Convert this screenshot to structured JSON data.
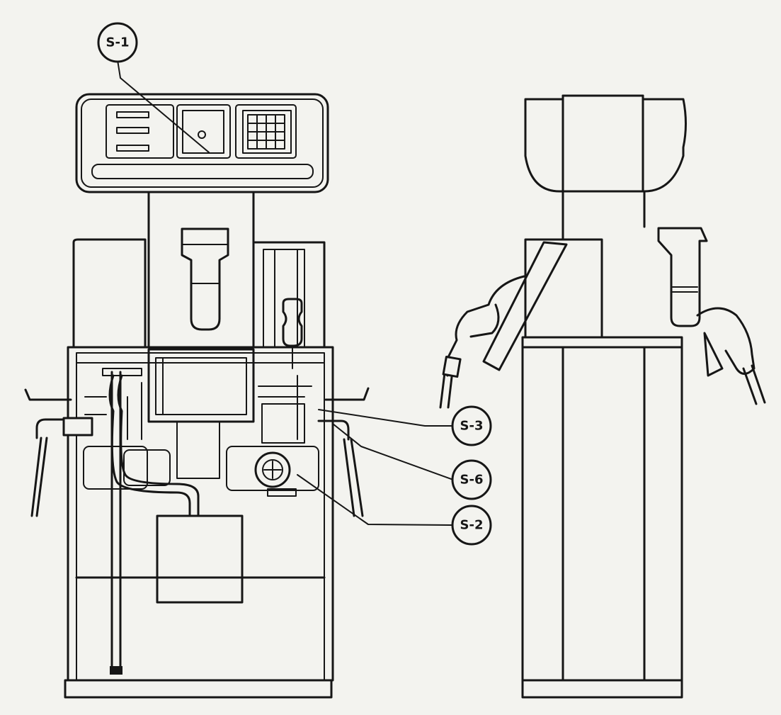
{
  "callouts": [
    {
      "id": "s1",
      "label": "S-1"
    },
    {
      "id": "s3",
      "label": "S-3"
    },
    {
      "id": "s6",
      "label": "S-6"
    },
    {
      "id": "s2",
      "label": "S-2"
    }
  ],
  "colors": {
    "ink": "#161616",
    "paper": "#f3f3ef"
  }
}
